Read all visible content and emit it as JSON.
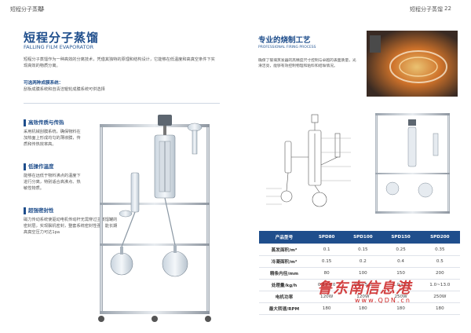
{
  "header": {
    "left_title": "短程分子蒸馏",
    "left_page": "21",
    "right_title": "短程分子蒸馏",
    "right_page": "22"
  },
  "left": {
    "title_zh": "短程分子蒸馏",
    "title_en": "FALLING FILM EVAPORATOR",
    "intro": "短程分子蒸馏作为一种高效的分离技术，凭借其独特的原理和结构设计，它能够在低温度和高真空条件下实现高效的物质分离。",
    "option_title": "可选两种成膜系统：",
    "option_body": "刮板成膜系统和自清洁辊轮成膜系统可供选择",
    "features": [
      {
        "title": "高效传质与传热",
        "body": "采用机械刮膜系统，确保物料在加热面上形成均匀的薄液膜，传质和传热效率高。"
      },
      {
        "title": "低操作温度",
        "body": "能够在远低于物料沸点的温度下进行分离，特别适合高沸点、热敏性物质。"
      },
      {
        "title": "超强密封性",
        "body": "磁力传动系统使驱动电机传动杆无需穿过主蒸馏罐的密封层，实现飘机密封，整套系统密封性强，能长期高真空压力可达1pa"
      }
    ]
  },
  "right": {
    "title_zh": "专业的烧制工艺",
    "title_en": "PROFESSIONAL FIRING PROCESS",
    "body": "确保了玻璃蒸发器的高精度尺寸控制与卓越的表面质量，光滑洁亮，能够有效控制物理和粘料和结垢情况。",
    "table": {
      "header": [
        "产品型号",
        "SPD80",
        "SPD100",
        "SPD150",
        "SPD200"
      ],
      "rows": [
        [
          "蒸发面积/m²",
          "0.1",
          "0.15",
          "0.25",
          "0.35"
        ],
        [
          "冷凝面积/m²",
          "0.15",
          "0.2",
          "0.4",
          "0.5"
        ],
        [
          "精条内径/mm",
          "80",
          "100",
          "150",
          "200"
        ],
        [
          "处理量/kg/h",
          "0.3~4.0",
          "0.5~5.0",
          "1.0~10",
          "1.0~13.0"
        ],
        [
          "电机功率",
          "120W",
          "120W",
          "250W",
          "250W"
        ],
        [
          "最大转速/RPM",
          "180",
          "180",
          "180",
          "180"
        ]
      ]
    }
  },
  "watermark": {
    "text": "鲁东南信息港",
    "url": "www.QDN.cn"
  }
}
